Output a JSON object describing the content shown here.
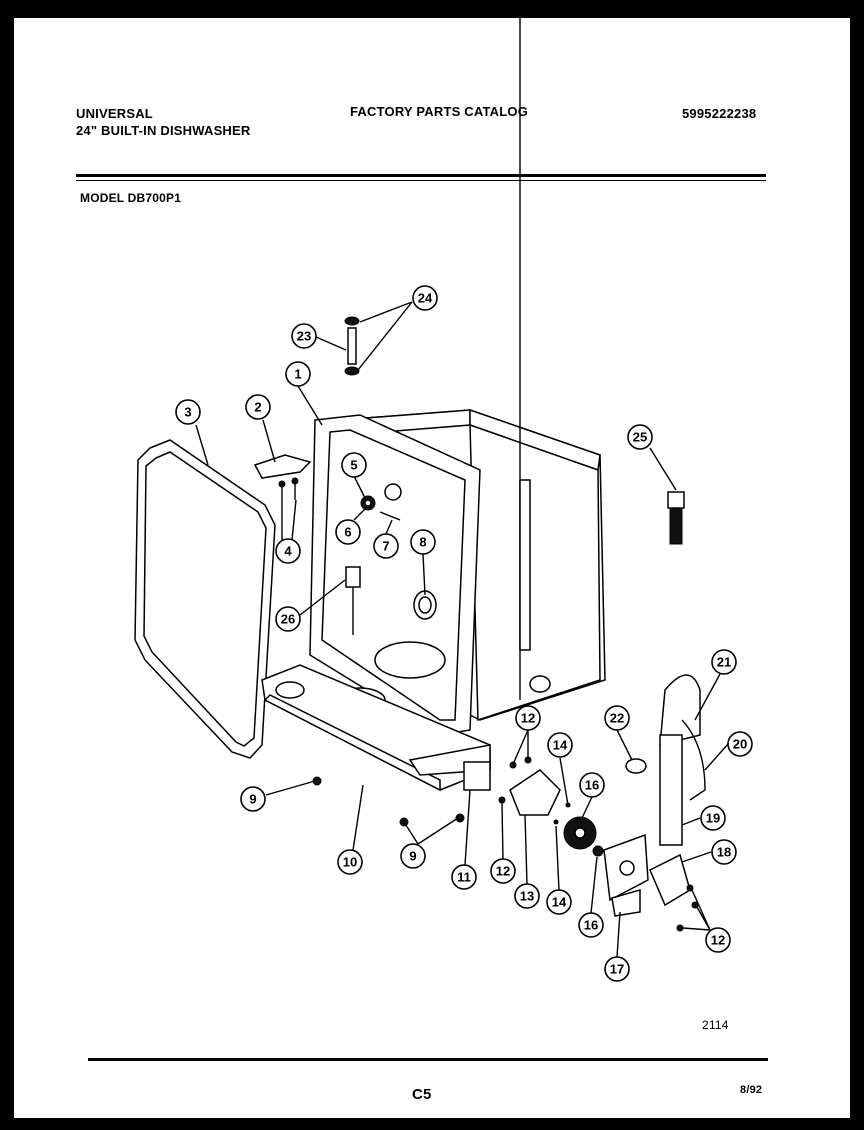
{
  "header": {
    "brand": "UNIVERSAL",
    "product": "24\" BUILT-IN DISHWASHER",
    "catalog_title": "FACTORY PARTS CATALOG",
    "catalog_number": "5995222238",
    "model": "MODEL DB700P1"
  },
  "footer": {
    "figure_code": "2114",
    "page": "C5",
    "date": "8/92"
  },
  "callouts": [
    "1",
    "2",
    "3",
    "4",
    "5",
    "6",
    "7",
    "8",
    "9",
    "10",
    "11",
    "12",
    "13",
    "14",
    "16",
    "17",
    "18",
    "19",
    "20",
    "21",
    "22",
    "23",
    "24",
    "25",
    "26"
  ]
}
